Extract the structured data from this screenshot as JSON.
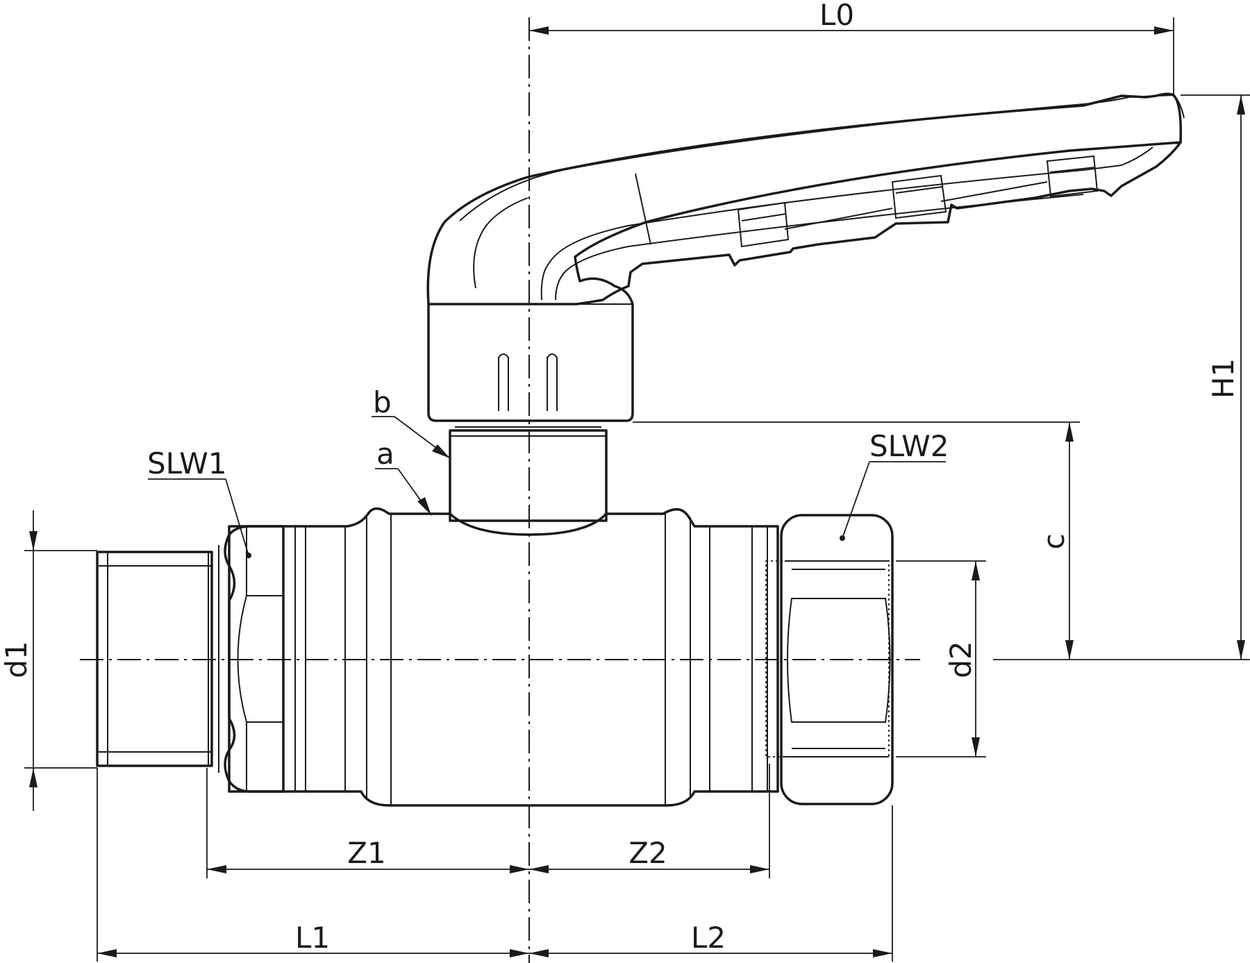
{
  "labels": {
    "L0": "L0",
    "H1": "H1",
    "c": "c",
    "d1": "d1",
    "d2": "d2",
    "Z1": "Z1",
    "Z2": "Z2",
    "L1": "L1",
    "L2": "L2",
    "SLW1": "SLW1",
    "SLW2": "SLW2",
    "a": "a",
    "b": "b"
  }
}
